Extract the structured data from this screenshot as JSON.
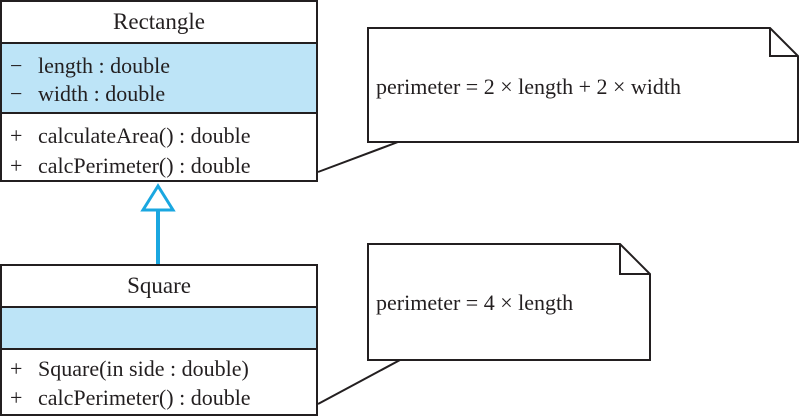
{
  "colors": {
    "line": "#231f20",
    "attribute_fill": "#bde4f7",
    "inheritance_arrow": "#1aa7e0"
  },
  "rectangle": {
    "name": "Rectangle",
    "attributes": [
      {
        "symbol": "−",
        "text": "length : double"
      },
      {
        "symbol": "−",
        "text": "width : double"
      }
    ],
    "operations": [
      {
        "symbol": "+",
        "text": "calculateArea() : double"
      },
      {
        "symbol": "+",
        "text": "calcPerimeter() : double"
      }
    ]
  },
  "square": {
    "name": "Square",
    "attributes": [],
    "operations": [
      {
        "symbol": "+",
        "text": "Square(in side : double)"
      },
      {
        "symbol": "+",
        "text": "calcPerimeter() : double"
      }
    ]
  },
  "notes": {
    "rectangle": "perimeter = 2 × length + 2 × width",
    "square": "perimeter = 4 × length"
  },
  "relationships": {
    "inheritance": "generalization",
    "note_anchors": "dashed-free note links"
  }
}
